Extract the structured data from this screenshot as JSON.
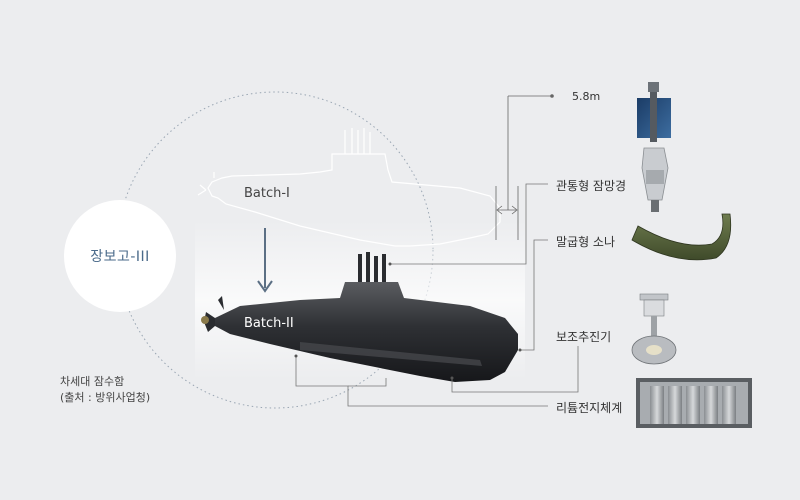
{
  "labels": {
    "circle_title": "장보고-III",
    "batch1": "Batch-I",
    "batch2": "Batch-II",
    "dimension": "5.8m",
    "periscope": "관통형 잠망경",
    "sonar": "말굽형 소나",
    "aux_propulsion": "보조추진기",
    "battery": "리튬전지체계",
    "caption_line1": "차세대 잠수함",
    "caption_line2": "(출처 : 방위사업청)"
  }
}
